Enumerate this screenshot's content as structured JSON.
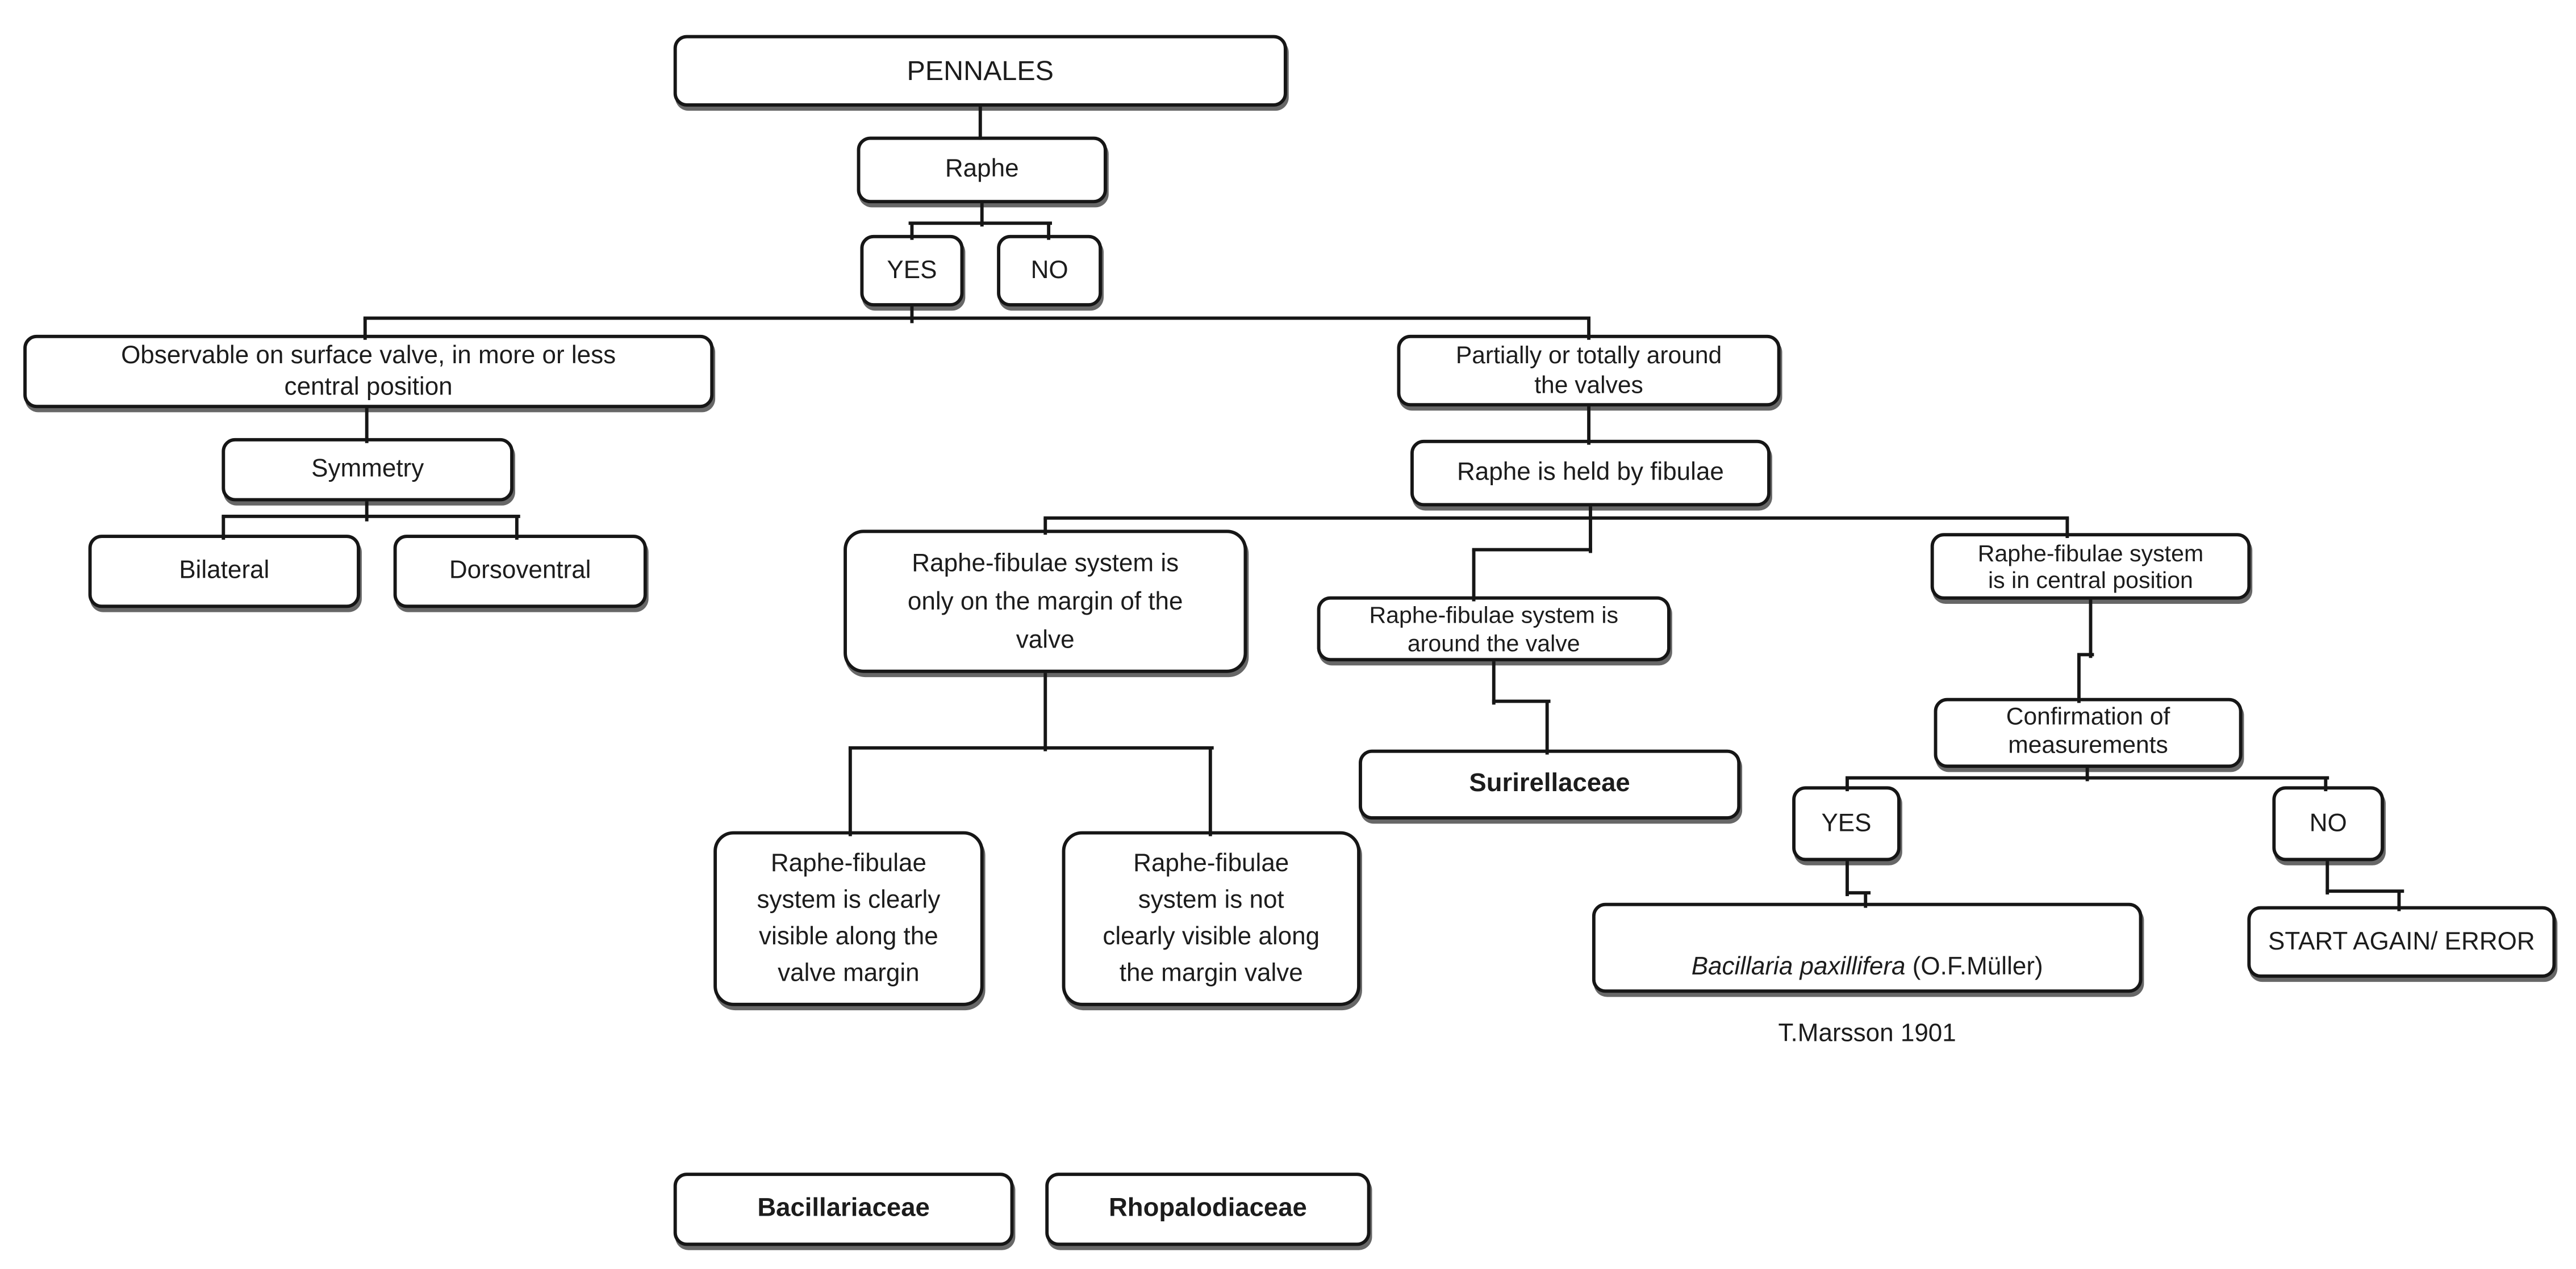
{
  "diagram": {
    "type": "decision-tree-flowchart"
  },
  "colors": {
    "background": "#ffffff",
    "box_fill": "#ffffff",
    "box_border": "#161616",
    "connector": "#161616",
    "text": "#1c1c1c"
  },
  "nodes": {
    "pennales": {
      "label": "PENNALES"
    },
    "raphe": {
      "label": "Raphe"
    },
    "raphe_yes": {
      "label": "YES"
    },
    "raphe_no": {
      "label": "NO"
    },
    "observable": {
      "label": "Observable on surface valve, in more or less\ncentral position"
    },
    "symmetry": {
      "label": "Symmetry"
    },
    "bilateral": {
      "label": "Bilateral"
    },
    "dorsoventral": {
      "label": "Dorsoventral"
    },
    "partially": {
      "label": "Partially or totally around\nthe valves"
    },
    "fibulae": {
      "label": "Raphe is held by fibulae"
    },
    "margin_only": {
      "label": "Raphe-fibulae system is\nonly on the margin of the\nvalve"
    },
    "around_valve": {
      "label": "Raphe-fibulae system is\naround the valve"
    },
    "central_position": {
      "label": "Raphe-fibulae system\nis in central position"
    },
    "surirellaceae": {
      "label": "Surirellaceae"
    },
    "confirmation": {
      "label": "Confirmation of\nmeasurements"
    },
    "confirm_yes": {
      "label": "YES"
    },
    "confirm_no": {
      "label": "NO"
    },
    "bacillaria": {
      "species_italic": "Bacillaria paxillifera",
      "authority": " (O.F.Müller)",
      "line2": "T.Marsson 1901"
    },
    "start_again": {
      "label": "START AGAIN/ ERROR"
    },
    "clearly_visible": {
      "label": "Raphe-fibulae\nsystem is clearly\nvisible along the\nvalve margin"
    },
    "not_clearly_visible": {
      "label": "Raphe-fibulae\nsystem is not\nclearly visible along\nthe margin valve"
    },
    "bacillariaceae": {
      "label": "Bacillariaceae"
    },
    "rhopalodiaceae": {
      "label": "Rhopalodiaceae"
    }
  }
}
